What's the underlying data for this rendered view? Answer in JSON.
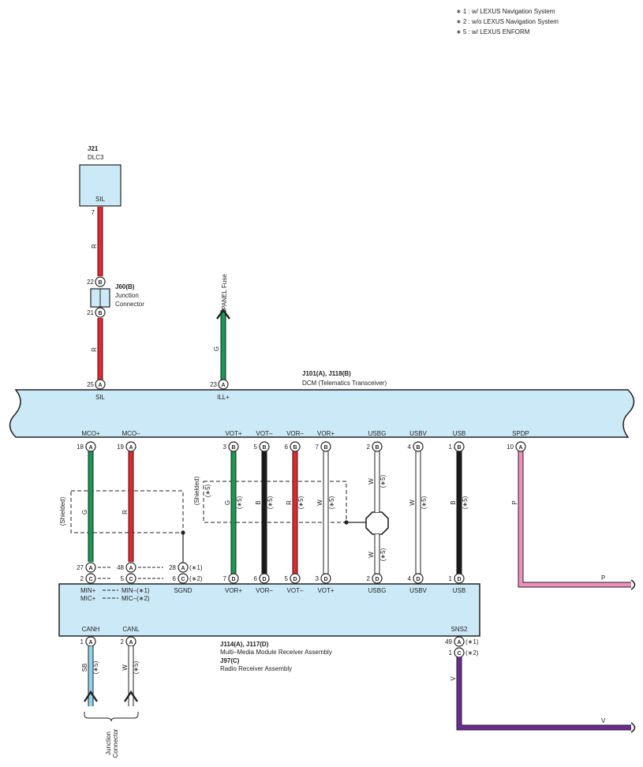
{
  "notes": [
    "∗ 1 : w/ LEXUS Navigation System",
    "∗ 2 : w/o LEXUS Navigation System",
    "∗ 5 : w/ LEXUS ENFORM"
  ],
  "j21": {
    "id": "J21",
    "name": "DLC3",
    "pin_label": "SIL",
    "pin": "7"
  },
  "j60": {
    "id": "J60(B)",
    "name1": "Junction",
    "name2": "Connector",
    "pin_top": "22",
    "pin_bottom": "21",
    "letter": "B"
  },
  "dcm": {
    "ids": "J101(A), J118(B)",
    "name": "DCM (Telematics Transceiver)",
    "sil": {
      "pin": "25",
      "letter": "A",
      "label": "SIL"
    },
    "ill": {
      "pin": "23",
      "letter": "A",
      "label": "ILL+"
    },
    "fuse": "PANEL Fuse",
    "pins": [
      {
        "label": "MCO+",
        "pin": "18",
        "letter": "A"
      },
      {
        "label": "MCO–",
        "pin": "19",
        "letter": "A"
      },
      {
        "label": "VOT+",
        "pin": "3",
        "letter": "B"
      },
      {
        "label": "VOT–",
        "pin": "5",
        "letter": "B"
      },
      {
        "label": "VOR–",
        "pin": "6",
        "letter": "B"
      },
      {
        "label": "VOR+",
        "pin": "7",
        "letter": "B"
      },
      {
        "label": "USBG",
        "pin": "2",
        "letter": "B"
      },
      {
        "label": "USBV",
        "pin": "4",
        "letter": "B"
      },
      {
        "label": "USB",
        "pin": "1",
        "letter": "B"
      },
      {
        "label": "SPDP",
        "pin": "10",
        "letter": "A"
      }
    ]
  },
  "wires": {
    "r": "R",
    "g": "G",
    "b": "B",
    "w": "W",
    "p": "P",
    "v": "V",
    "sb": "SB",
    "shielded": "(Shielded)",
    "star5": "(∗5)",
    "star1": "(∗1)",
    "star2": "(∗2)"
  },
  "lower": {
    "ids1": "J114(A), J117(D)",
    "name1": "Multi–Media Module Receiver Assembly",
    "ids2": "J97(C)",
    "name2": "Radio Receiver Assembly",
    "top_pins": {
      "p27": "27",
      "p2a": "2",
      "p48": "48",
      "p5a": "5",
      "p28": "28",
      "p6": "6",
      "p7": "7",
      "p6d": "6",
      "p5d": "5",
      "p3": "3",
      "p2d": "2",
      "p4": "4",
      "p1d": "1"
    },
    "labels": {
      "minp": "MIN+",
      "micp": "MIC+",
      "minm": "MIN–(∗1)",
      "micm": "MIC–(∗2)",
      "sgnd": "SGND",
      "vorp": "VOR+",
      "vorm": "VOR–",
      "votm": "VOT–",
      "votp": "VOT+",
      "usbg": "USBG",
      "usbv": "USBV",
      "usb": "USB",
      "canh": "CANH",
      "canl": "CANL",
      "sns2": "SNS2"
    },
    "bottom_pins": {
      "p1": "1",
      "p2": "2",
      "p49": "49",
      "p1c": "1"
    },
    "junction1": "Junction",
    "junction2": "Connector"
  },
  "colors": {
    "panel": "#cce9f7",
    "red": "#e8252b",
    "green": "#159a52",
    "black": "#1a1a1a",
    "pink": "#ef8fbc",
    "purple": "#6c2a92",
    "skyblue": "#8fd3ef",
    "white_wire": "#ffffff"
  }
}
